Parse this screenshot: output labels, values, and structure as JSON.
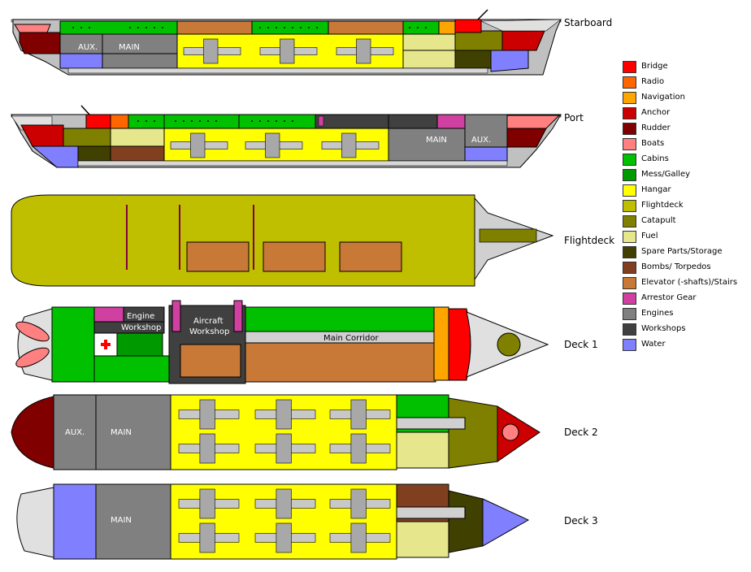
{
  "views": {
    "starboard": "Starboard",
    "port": "Port",
    "flightdeck": "Flightdeck",
    "deck1": "Deck 1",
    "deck2": "Deck 2",
    "deck3": "Deck 3"
  },
  "room_labels": {
    "aux": "AUX.",
    "main": "MAIN",
    "engine": "Engine",
    "workshop": "Workshop",
    "aircraft": "Aircraft",
    "main_corridor": "Main Corridor"
  },
  "legend": [
    {
      "label": "Bridge",
      "color": "#ff0000"
    },
    {
      "label": "Radio",
      "color": "#ff6600"
    },
    {
      "label": "Navigation",
      "color": "#ffa500"
    },
    {
      "label": "Anchor",
      "color": "#cc0000"
    },
    {
      "label": "Rudder",
      "color": "#800000"
    },
    {
      "label": "Boats",
      "color": "#ff8080"
    },
    {
      "label": "Cabins",
      "color": "#00c000"
    },
    {
      "label": "Mess/Galley",
      "color": "#009900"
    },
    {
      "label": "Hangar",
      "color": "#ffff00"
    },
    {
      "label": "Flightdeck",
      "color": "#bfbf00"
    },
    {
      "label": "Catapult",
      "color": "#808000"
    },
    {
      "label": "Fuel",
      "color": "#e6e68c"
    },
    {
      "label": "Spare Parts/Storage",
      "color": "#404000"
    },
    {
      "label": "Bombs/ Torpedos",
      "color": "#804020"
    },
    {
      "label": "Elevator (-shafts)/Stairs",
      "color": "#c87837"
    },
    {
      "label": "Arrestor Gear",
      "color": "#d040a0"
    },
    {
      "label": "Engines",
      "color": "#808080"
    },
    {
      "label": "Workshops",
      "color": "#404040"
    },
    {
      "label": "Water",
      "color": "#8080ff"
    }
  ]
}
